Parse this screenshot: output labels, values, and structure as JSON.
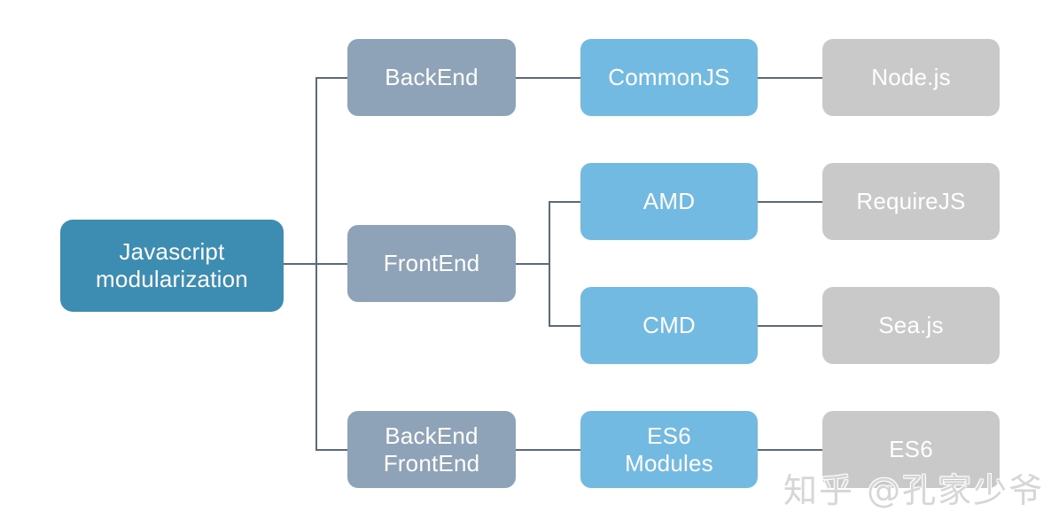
{
  "diagram": {
    "type": "tree",
    "title": "Javascript modularization",
    "colors": {
      "root": "#3d8db3",
      "level2": "#8ea3b8",
      "level3": "#73bae2",
      "level4": "#c9c9c9",
      "edge": "#5a6a7d",
      "background": "#ffffff",
      "node_text": "#ffffff",
      "watermark": "#d6d6d6"
    },
    "root": {
      "label": "Javascript\nmodularization"
    },
    "branches": [
      {
        "level2": {
          "label": "BackEnd"
        },
        "level3": {
          "label": "CommonJS"
        },
        "level4": {
          "label": "Node.js"
        }
      },
      {
        "level2": {
          "label": "FrontEnd"
        },
        "children": [
          {
            "level3": {
              "label": "AMD"
            },
            "level4": {
              "label": "RequireJS"
            }
          },
          {
            "level3": {
              "label": "CMD"
            },
            "level4": {
              "label": "Sea.js"
            }
          }
        ]
      },
      {
        "level2": {
          "label": "BackEnd\nFrontEnd"
        },
        "level3": {
          "label": "ES6\nModules"
        },
        "level4": {
          "label": "ES6"
        }
      }
    ]
  },
  "watermark": {
    "text": "知乎 @孔家少爷"
  }
}
